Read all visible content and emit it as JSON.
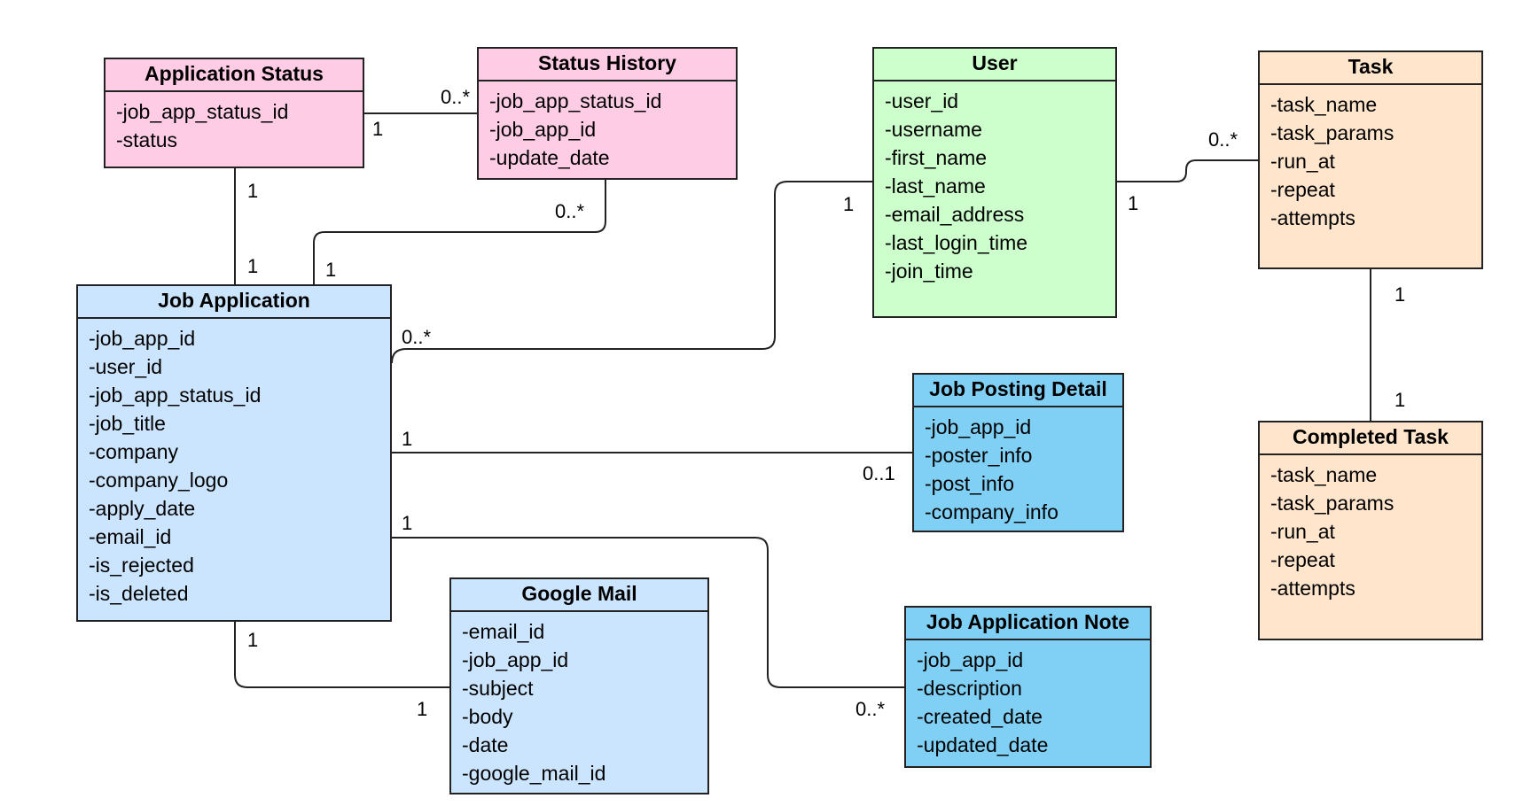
{
  "colors": {
    "pink": "#ffcce6",
    "blue_light": "#cce5ff",
    "blue": "#80d0f5",
    "green": "#ccffcc",
    "orange": "#ffe5cc",
    "line": "#222222"
  },
  "entities": [
    {
      "id": "application-status",
      "name": "Application Status",
      "color": "pink",
      "attributes": [
        "-job_app_status_id",
        "-status"
      ]
    },
    {
      "id": "status-history",
      "name": "Status History",
      "color": "pink",
      "attributes": [
        "-job_app_status_id",
        "-job_app_id",
        "-update_date"
      ]
    },
    {
      "id": "user",
      "name": "User",
      "color": "green",
      "attributes": [
        "-user_id",
        "-username",
        "-first_name",
        "-last_name",
        "-email_address",
        "-last_login_time",
        "-join_time"
      ]
    },
    {
      "id": "task",
      "name": "Task",
      "color": "orange",
      "attributes": [
        "-task_name",
        "-task_params",
        "-run_at",
        "-repeat",
        "-attempts"
      ]
    },
    {
      "id": "job-application",
      "name": "Job Application",
      "color": "blue_light",
      "attributes": [
        "-job_app_id",
        "-user_id",
        "-job_app_status_id",
        "-job_title",
        "-company",
        "-company_logo",
        "-apply_date",
        "-email_id",
        "-is_rejected",
        "-is_deleted"
      ]
    },
    {
      "id": "job-posting-detail",
      "name": "Job Posting Detail",
      "color": "blue",
      "attributes": [
        "-job_app_id",
        "-poster_info",
        "-post_info",
        "-company_info"
      ]
    },
    {
      "id": "completed-task",
      "name": "Completed Task",
      "color": "orange",
      "attributes": [
        "-task_name",
        "-task_params",
        "-run_at",
        "-repeat",
        "-attempts"
      ]
    },
    {
      "id": "google-mail",
      "name": "Google Mail",
      "color": "blue_light",
      "attributes": [
        "-email_id",
        "-job_app_id",
        "-subject",
        "-body",
        "-date",
        "-google_mail_id"
      ]
    },
    {
      "id": "job-application-note",
      "name": "Job Application Note",
      "color": "blue",
      "attributes": [
        "-job_app_id",
        "-description",
        "-created_date",
        "-updated_date"
      ]
    }
  ],
  "relationships": [
    {
      "id": "appstatus-statushistory",
      "from": "application-status",
      "to": "status-history",
      "from_mult": "1",
      "to_mult": "0..*"
    },
    {
      "id": "appstatus-jobapp",
      "from": "application-status",
      "to": "job-application",
      "from_mult": "1",
      "to_mult": "1"
    },
    {
      "id": "statushistory-jobapp",
      "from": "status-history",
      "to": "job-application",
      "from_mult": "0..*",
      "to_mult": "1"
    },
    {
      "id": "user-jobapp",
      "from": "user",
      "to": "job-application",
      "from_mult": "1",
      "to_mult": "0..*"
    },
    {
      "id": "user-task",
      "from": "user",
      "to": "task",
      "from_mult": "1",
      "to_mult": "0..*"
    },
    {
      "id": "task-completedtask",
      "from": "task",
      "to": "completed-task",
      "from_mult": "1",
      "to_mult": "1"
    },
    {
      "id": "jobapp-jobposting",
      "from": "job-application",
      "to": "job-posting-detail",
      "from_mult": "1",
      "to_mult": "0..1"
    },
    {
      "id": "jobapp-note",
      "from": "job-application",
      "to": "job-application-note",
      "from_mult": "1",
      "to_mult": "0..*"
    },
    {
      "id": "jobapp-googlemail",
      "from": "job-application",
      "to": "google-mail",
      "from_mult": "1",
      "to_mult": "1"
    }
  ]
}
